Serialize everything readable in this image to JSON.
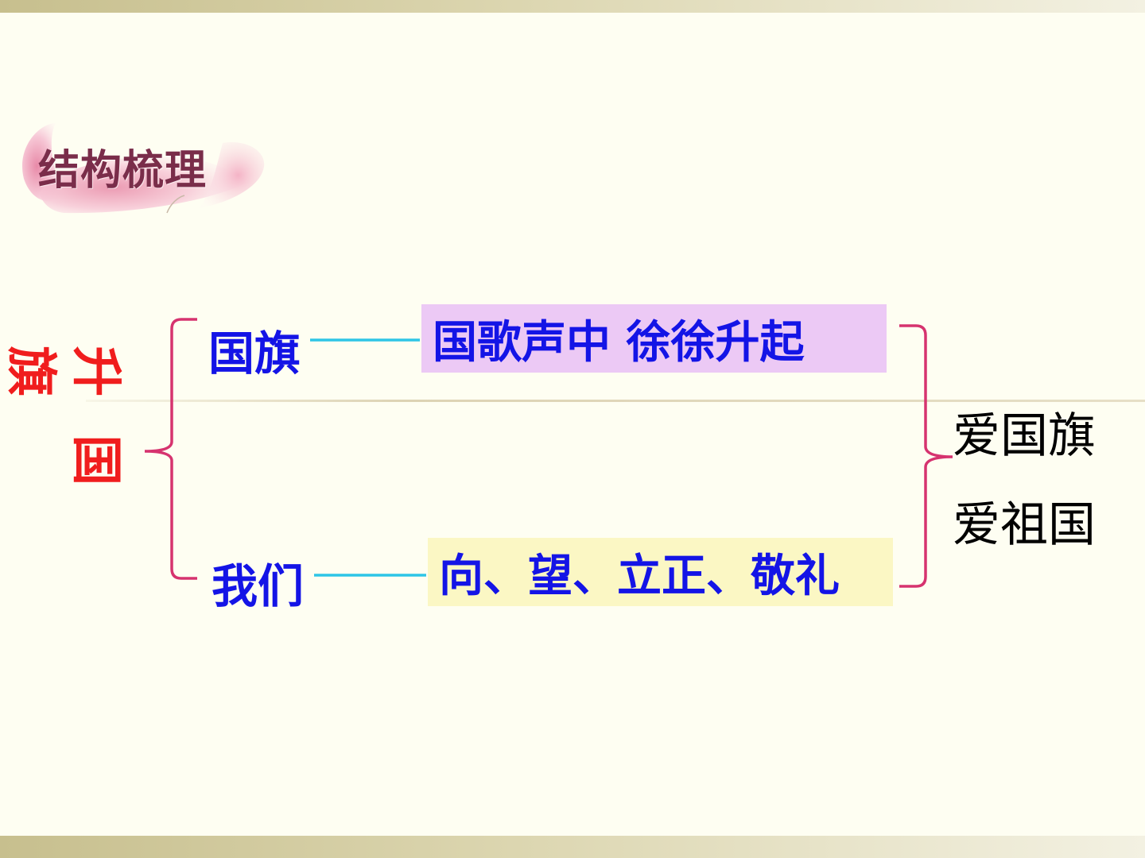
{
  "section_title": "结构梳理",
  "topic_chars": [
    "升",
    "国",
    "旗"
  ],
  "branches": [
    {
      "label": "国旗",
      "description": "国歌声中 徐徐升起"
    },
    {
      "label": "我们",
      "description": "向、望、立正、敬礼"
    }
  ],
  "conclusion": [
    "爱国旗",
    "爱祖国"
  ],
  "colors": {
    "background": "#fefef2",
    "topic": "#f01d1d",
    "label": "#1414e6",
    "brace": "#d6336f",
    "connector": "#2ec5e6",
    "box_top": "#ecc9f5",
    "box_bottom": "#fbf7c4",
    "title": "#7a2d4a"
  }
}
